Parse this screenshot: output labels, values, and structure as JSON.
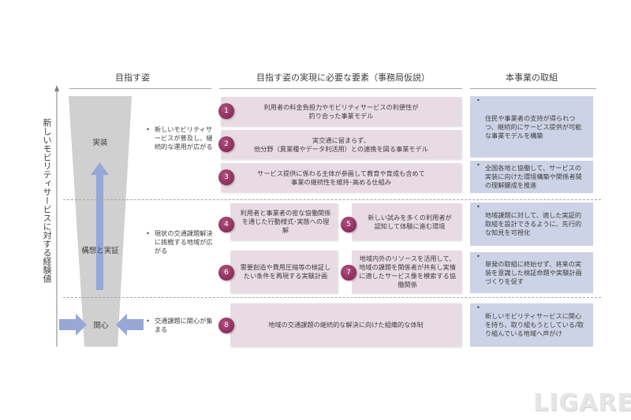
{
  "headers": {
    "goal": "目指す姿",
    "elements": "目指す姿の実現に必要な要素（事務局仮説）",
    "initiatives": "本事業の取組"
  },
  "axis_label": "新しいモビリティサービスに対する経験値",
  "stages": [
    "実装",
    "構想と実証",
    "関心"
  ],
  "goals": [
    "新しいモビリティサービスが普及し、継続的な運用が広がる",
    "現状の交通課題解決に挑戦する地域が広がる",
    "交通課題に関心が集まる"
  ],
  "bullet": "•",
  "elements": [
    {
      "num": "1",
      "text": "利用者の料金負担力やモビリティサービスの利便性が\n釣り合った事業モデル"
    },
    {
      "num": "2",
      "text": "実交通に留まらず、\n他分野（異業種やデータ利活用）との連携を図る事業モデル"
    },
    {
      "num": "3",
      "text": "サービス提供に係わる主体が参画して教育や育成も含めて\n事業の継続性を維持･高める仕組み"
    },
    {
      "num": "4",
      "text": "利用者と事業者の密な協働関係を通じた行動様式･実態への理解"
    },
    {
      "num": "5",
      "text": "新しい試みを多くの利用者が\n認知して体験に進む環境"
    },
    {
      "num": "6",
      "text": "需要創造や費用圧縮等の検証したい条件を再現する実験計画"
    },
    {
      "num": "7",
      "text": "地域内外のリソースを活用して、地域の課題を関係者が共有し実情に適したサービス像を模索する協働関係"
    },
    {
      "num": "8",
      "text": "地域の交通課題の継続的な解決に向けた組織的な体制"
    }
  ],
  "initiatives": [
    "住民や事業者の支持が得られつつ、継続的にサービス提供が可能な事業モデルを構築",
    "全国各地と協働して、サービスの実装に向けた環境構築や関係者間の理解醸成を推進",
    "地域課題に対して、適した実証的取組を設計できるように、先行的な知見を可視化",
    "単発の取組に終始せず、将来の実装を意識した検証命題や実験計画づくりを促す",
    "新しいモビリティサービスに関心を持ち、取り組もうとしている/取り組んでいる地域へ声がけ"
  ],
  "logo": "LIGARE",
  "colors": {
    "pink": "#e9dbe3",
    "blue": "#cdd3e6",
    "circle": "#8a2a5a",
    "arrow": "#97a7d6",
    "funnel": "#d0d0d0"
  }
}
